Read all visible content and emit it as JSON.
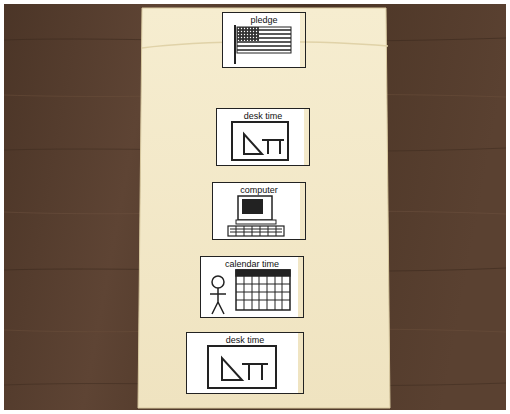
{
  "diagram": {
    "nodes": [
      {
        "text": [
          "pledge"
        ]
      },
      {
        "text": [
          "desk time"
        ]
      },
      {
        "text": [
          "computer"
        ]
      },
      {
        "text": [
          "calendar time"
        ]
      },
      {
        "text": [
          "desk time"
        ]
      }
    ]
  }
}
